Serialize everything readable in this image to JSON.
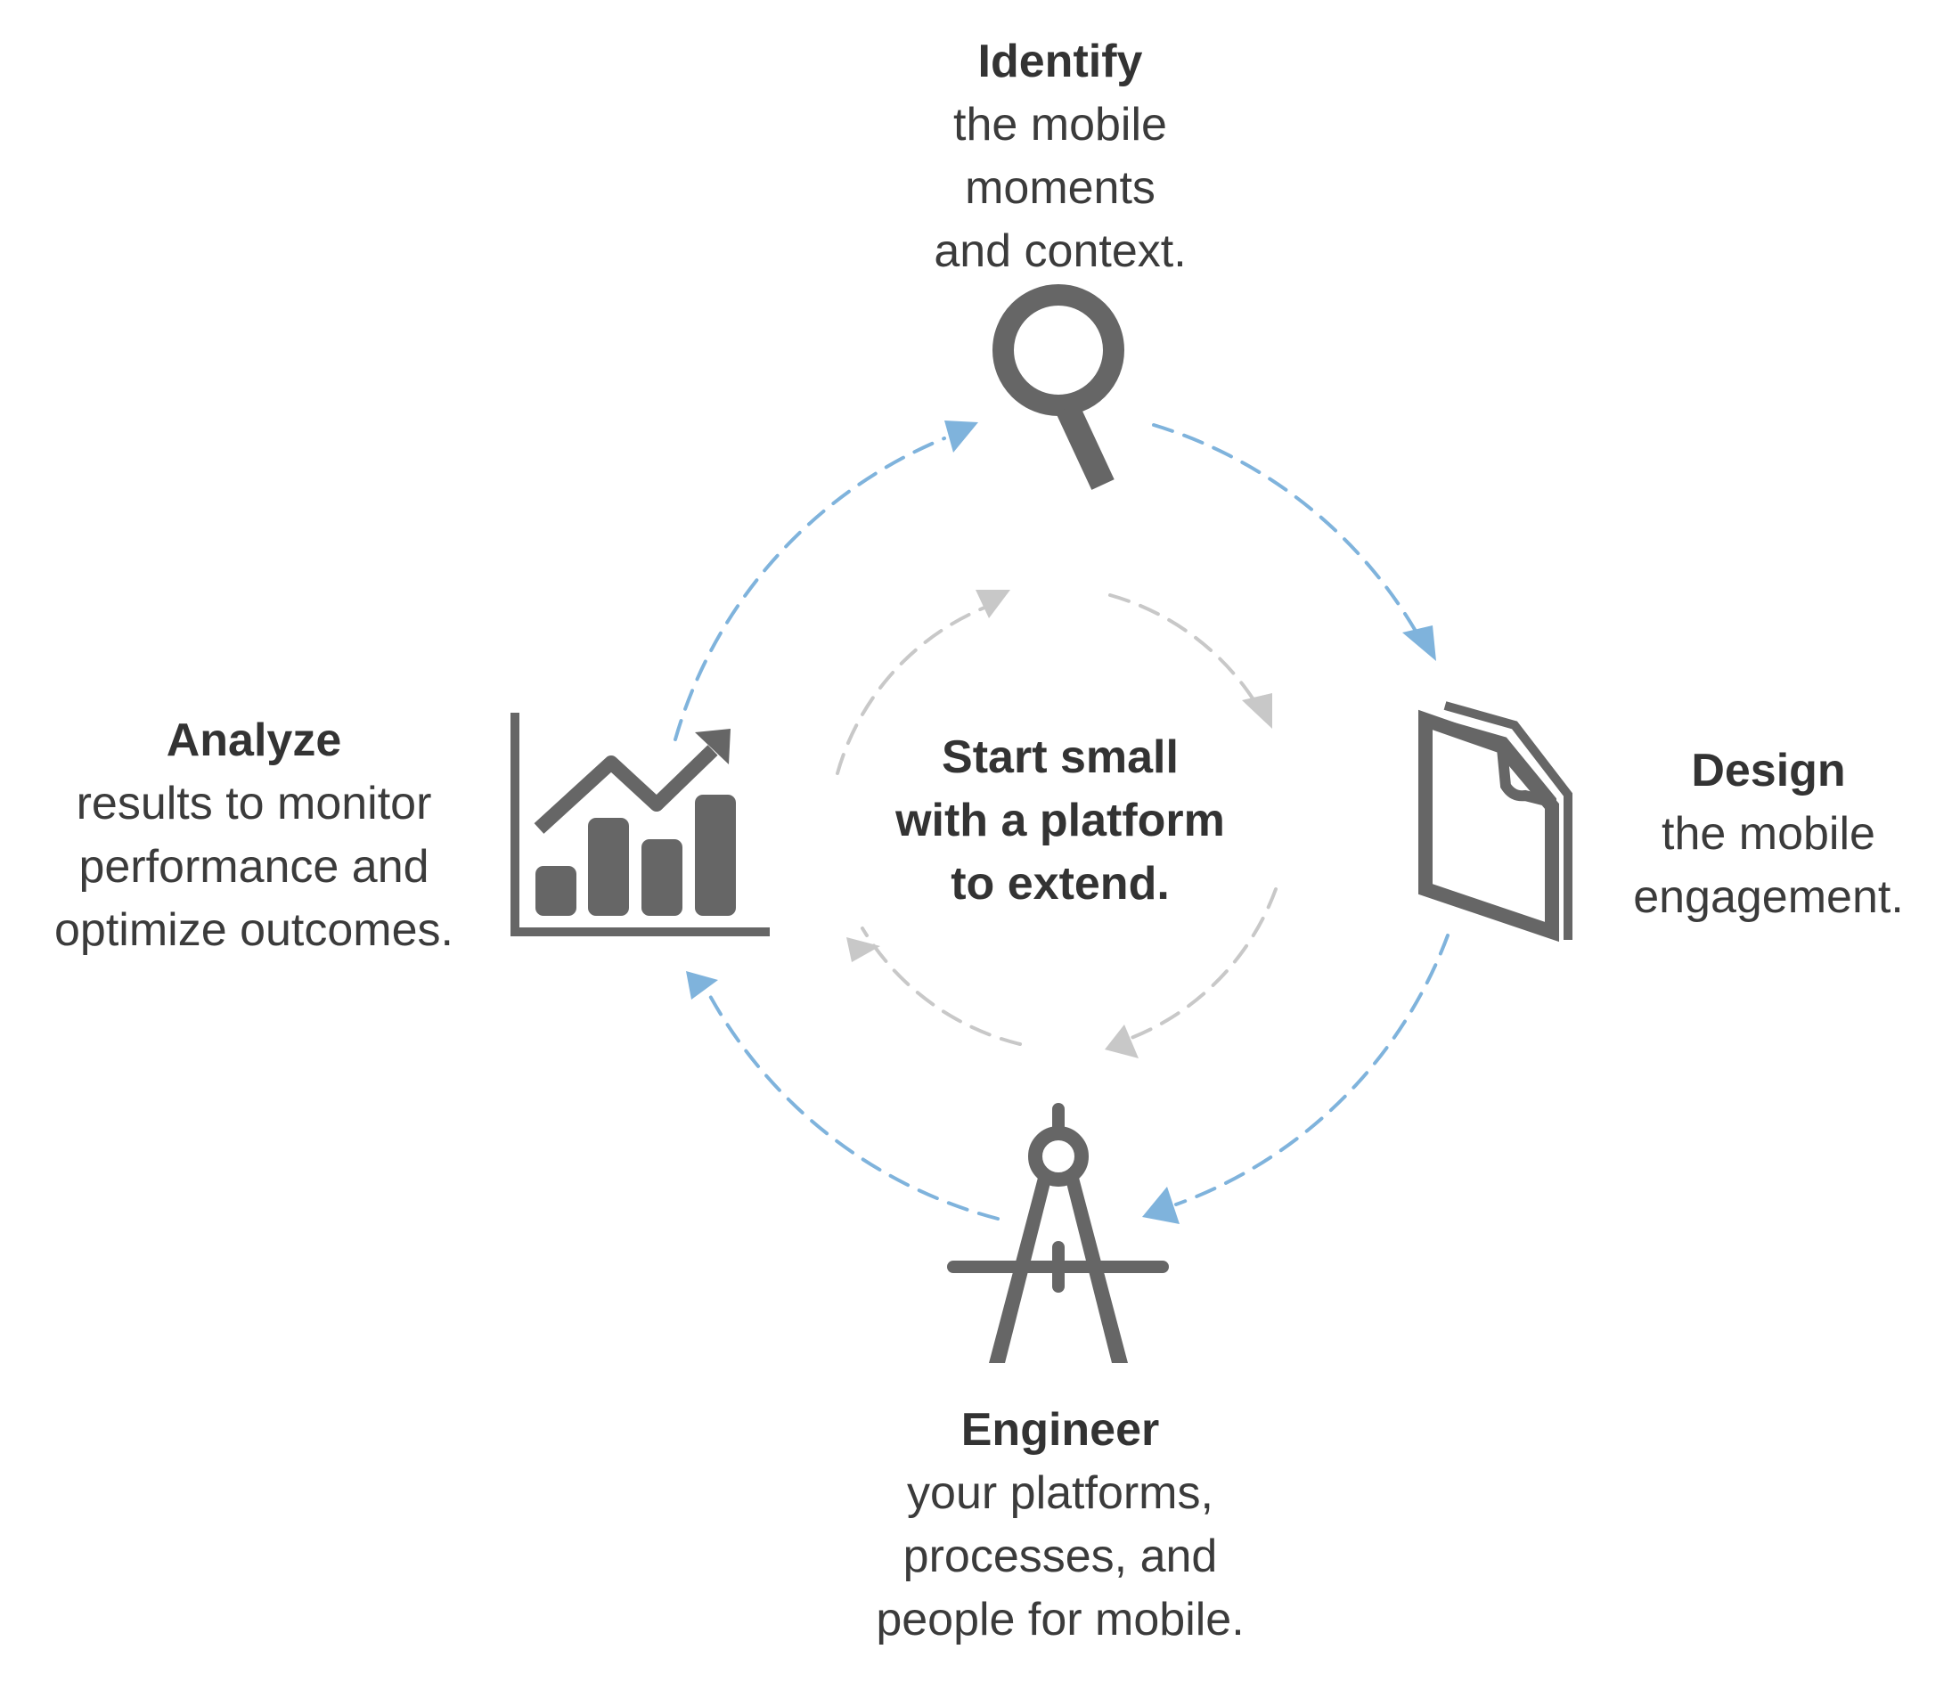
{
  "center": {
    "lines": [
      "Start small",
      "with a platform",
      "to extend."
    ]
  },
  "steps": {
    "identify": {
      "title": "Identify",
      "lines": [
        "the mobile",
        "moments",
        "and context."
      ],
      "icon": "magnifier-icon"
    },
    "design": {
      "title": "Design",
      "lines": [
        "the mobile",
        "engagement."
      ],
      "icon": "document-icon"
    },
    "engineer": {
      "title": "Engineer",
      "lines": [
        "your platforms,",
        "processes, and",
        "people for mobile."
      ],
      "icon": "compass-icon"
    },
    "analyze": {
      "title": "Analyze",
      "lines": [
        "results to monitor",
        "performance and",
        "optimize outcomes."
      ],
      "icon": "growth-chart-icon"
    }
  },
  "colors": {
    "outer_cycle": "#7fb3dc",
    "inner_cycle": "#c8c8c8",
    "icon": "#666666",
    "text": "#3a3a3a"
  }
}
